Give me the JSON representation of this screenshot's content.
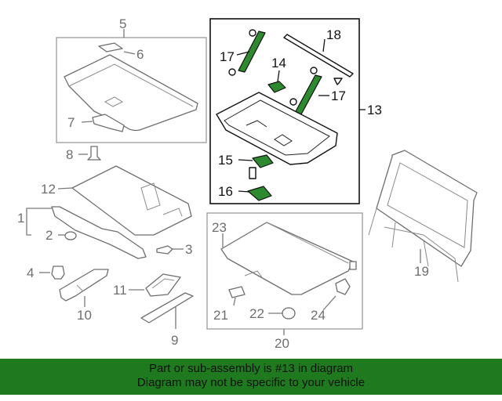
{
  "callouts": {
    "c1": "1",
    "c2": "2",
    "c3": "3",
    "c4": "4",
    "c5": "5",
    "c6": "6",
    "c7": "7",
    "c8": "8",
    "c9": "9",
    "c10": "10",
    "c11": "11",
    "c12": "12",
    "c13": "13",
    "c14": "14",
    "c15": "15",
    "c16": "16",
    "c17a": "17",
    "c17b": "17",
    "c18": "18",
    "c19": "19",
    "c20": "20",
    "c21": "21",
    "c22": "22",
    "c23": "23",
    "c24": "24"
  },
  "banner": {
    "line1": "Part or sub-assembly is #13 in diagram",
    "line2": "Diagram may not be specific to your vehicle"
  },
  "colors": {
    "highlight": "#2e8a2e",
    "banner": "#1f7a1f",
    "line_gray": "#6e6e6e",
    "line_dark": "#111111"
  }
}
